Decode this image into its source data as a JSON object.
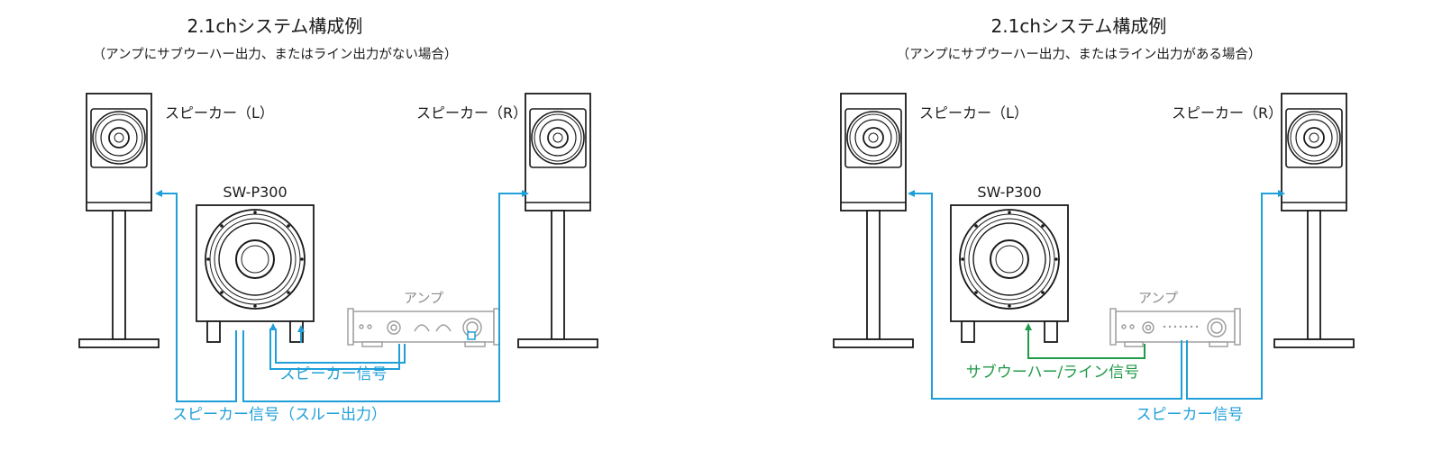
{
  "colors": {
    "signal_blue": "#1e9fd8",
    "signal_green": "#1f9a48",
    "outline": "#1a1a1a",
    "amp_outline": "#9a9a9a"
  },
  "left": {
    "title": "2.1chシステム構成例",
    "subtitle": "（アンプにサブウーハー出力、またはライン出力がない場合）",
    "speaker_left_label": "スピーカー（L）",
    "speaker_right_label": "スピーカー（R）",
    "subwoofer_label": "SW-P300",
    "amp_label": "アンプ",
    "signal_label_inner": "スピーカー信号",
    "signal_label_outer": "スピーカー信号（スルー出力）"
  },
  "right": {
    "title": "2.1chシステム構成例",
    "subtitle": "（アンプにサブウーハー出力、またはライン出力がある場合）",
    "speaker_left_label": "スピーカー（L）",
    "speaker_right_label": "スピーカー（R）",
    "subwoofer_label": "SW-P300",
    "amp_label": "アンプ",
    "signal_label_line": "サブウーハー/ライン信号",
    "signal_label_speaker": "スピーカー信号"
  }
}
